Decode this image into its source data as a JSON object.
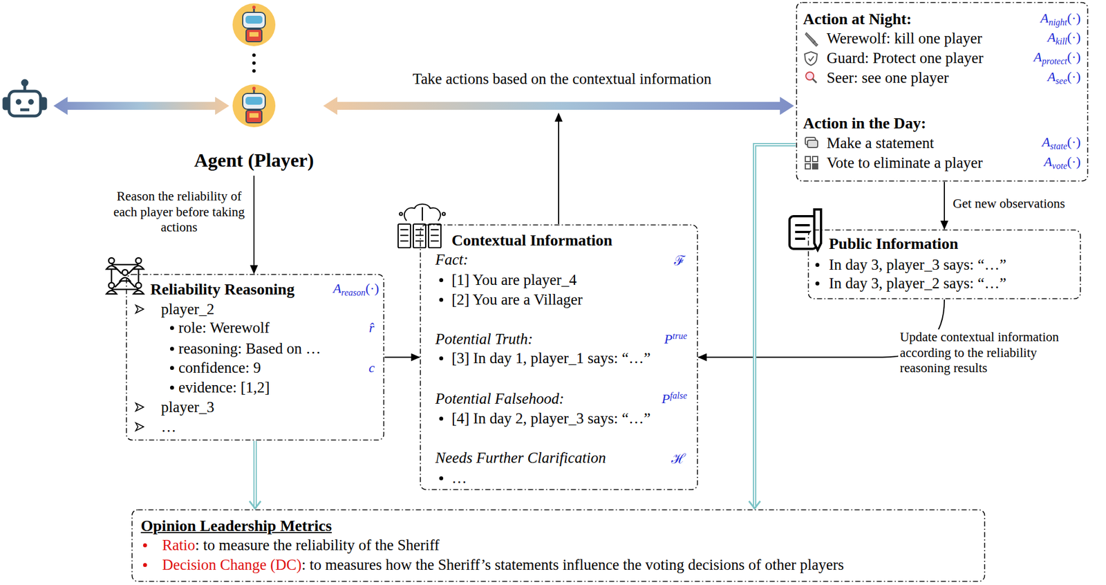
{
  "diagram": {
    "nodes": [
      {
        "text": [
          "Agent (Player)"
        ]
      },
      {
        "text": [
          "Reliability Reasoning",
          "A",
          "reason",
          "(·)",
          "player_2",
          "role: Werewolf",
          "r̂",
          "reasoning: Based on …",
          "confidence: 9",
          "c",
          "evidence: [1,2]",
          "player_3",
          "…"
        ]
      },
      {
        "text": [
          "Contextual Information",
          "Fact:",
          "ℱ",
          "[1] You are player_4",
          "[2] You are a Villager",
          "Potential Truth:",
          "P",
          "true",
          "[3] In day 1, player_1 says: “…”",
          "Potential Falsehood:",
          "P",
          "false",
          "[4] In day 2, player_3 says: “…”",
          "Needs Further Clarification",
          "ℋ",
          "…"
        ]
      },
      {
        "text": [
          "Action at Night:",
          "A",
          "night",
          "(·)",
          "Werewolf: kill one player",
          "A",
          "kill",
          "(·)",
          "Guard: Protect one player",
          "A",
          "protect",
          "(·)",
          "Seer: see one player",
          "A",
          "see",
          "(·)",
          "Action in the Day:",
          "Make a statement",
          "A",
          "state",
          "(·)",
          "Vote to eliminate a player",
          "A",
          "vote",
          "(·)"
        ]
      },
      {
        "text": [
          "Public Information",
          "In day 3, player_3 says: “…”",
          "In day 3, player_2 says: “…”"
        ]
      },
      {
        "text": [
          "Opinion Leadership Metrics",
          "Ratio",
          ": to measure the reliability of the Sheriff",
          "Decision Change (DC)",
          ": to measures how the Sheriff’s statements influence the voting decisions of other players"
        ]
      }
    ],
    "edges": [
      {
        "from": 0,
        "to": 1,
        "arrow": "to",
        "label": "Reason the reliability of each player before taking actions"
      },
      {
        "from": 0,
        "to": 3,
        "arrow": "both",
        "label": "Take actions based on the contextual information"
      },
      {
        "from": 1,
        "to": 2,
        "arrow": "to"
      },
      {
        "from": 3,
        "to": 4,
        "arrow": "to",
        "label": "Get new observations"
      },
      {
        "from": 4,
        "to": 2,
        "arrow": "to",
        "label": "Update contextual information according to the reliability reasoning results"
      },
      {
        "from": 1,
        "to": 5,
        "arrow": "to"
      },
      {
        "from": 3,
        "to": 5,
        "arrow": "to"
      }
    ]
  }
}
